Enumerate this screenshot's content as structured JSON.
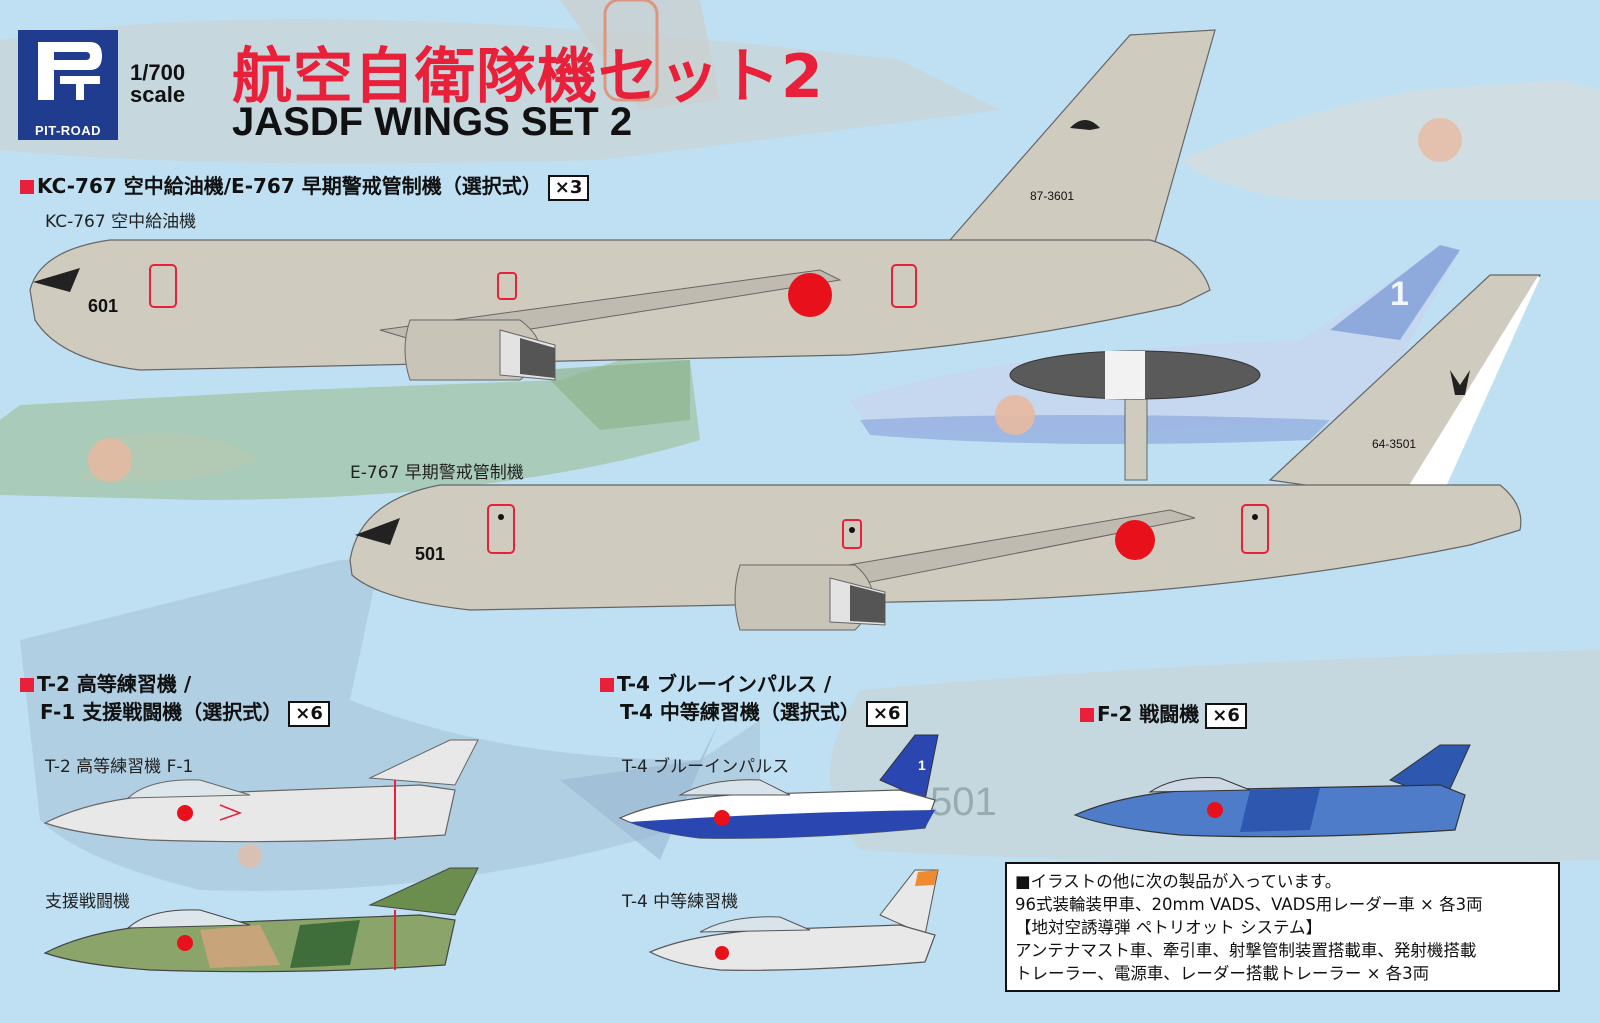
{
  "header": {
    "brand": "PIT-ROAD",
    "scale_top": "1/700",
    "scale_bottom": "scale",
    "title_jp": "航空自衛隊機セット2",
    "title_en": "JASDF WINGS SET 2"
  },
  "sections": [
    {
      "title": "KC-767 空中給油機/E-767 早期警戒管制機（選択式）",
      "qty": "×3"
    },
    {
      "title_line1": "T-2 高等練習機 /",
      "title_line2": "F-1 支援戦闘機（選択式）",
      "qty": "×6"
    },
    {
      "title_line1": "T-4 ブルーインパルス /",
      "title_line2": "T-4 中等練習機（選択式）",
      "qty": "×6"
    },
    {
      "title": "F-2 戦闘機",
      "qty": "×6"
    }
  ],
  "labels": {
    "kc767": "KC-767 空中給油機",
    "e767": "E-767 早期警戒管制機",
    "t2": "T-2 高等練習機 F-1",
    "f1": "支援戦闘機",
    "t4_blue": "T-4 ブルーインパルス",
    "t4": "T-4 中等練習機"
  },
  "markings": {
    "kc767_nose": "601",
    "kc767_tail": "87-3601",
    "e767_nose": "501",
    "e767_tail": "64-3501",
    "t4_blue_tail": "1",
    "bg_number": "1",
    "bg_501": "501"
  },
  "note": {
    "lines": [
      "■イラストの他に次の製品が入っています。",
      "96式装輪装甲車、20mm VADS、VADS用レーダー車 × 各3両",
      "【地対空誘導弾 ペトリオット システム】",
      "アンテナマスト車、牽引車、射撃管制装置搭載車、発射機搭載",
      "トレーラー、電源車、レーダー搭載トレーラー × 各3両"
    ]
  },
  "colors": {
    "sky": "#bfe0f2",
    "gray_airframe": "#cfcbbf",
    "hinomaru": "#e8101a",
    "accent_red": "#e8203a",
    "brand_blue": "#1f3c8f",
    "blue_impulse": "#2a46b0"
  }
}
